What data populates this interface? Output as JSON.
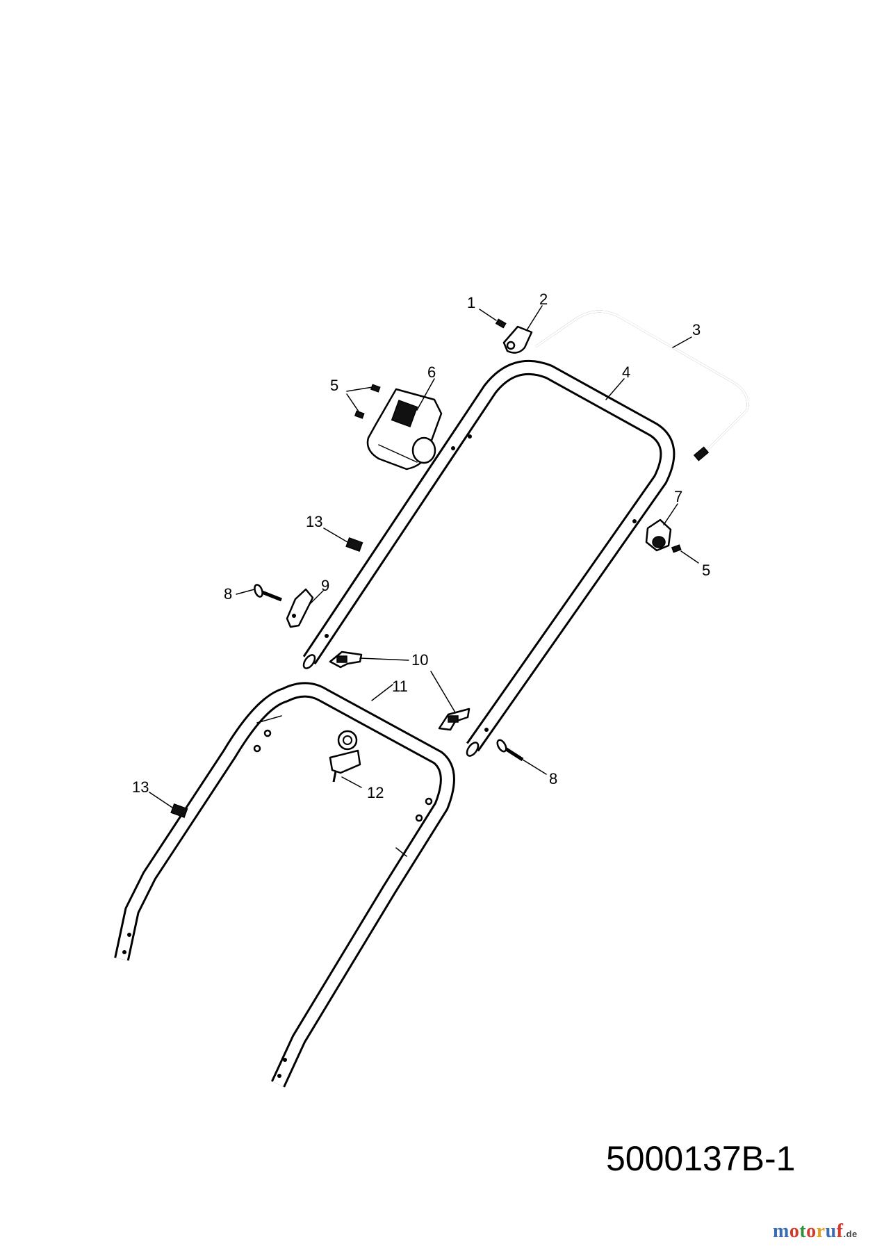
{
  "drawing_number": "5000137B-1",
  "logo": {
    "name": "motoruf",
    "tld": ".de"
  },
  "callouts": {
    "c1": "1",
    "c2": "2",
    "c3": "3",
    "c4": "4",
    "c5a": "5",
    "c5b": "5",
    "c6": "6",
    "c7": "7",
    "c8a": "8",
    "c8b": "8",
    "c9": "9",
    "c10": "10",
    "c11": "11",
    "c12": "12",
    "c13a": "13",
    "c13b": "13"
  },
  "icons": [
    "upper-handle",
    "lower-handle",
    "bail-bar",
    "switch-box",
    "bolt",
    "knob",
    "clamp",
    "cable-clip",
    "spacer"
  ]
}
